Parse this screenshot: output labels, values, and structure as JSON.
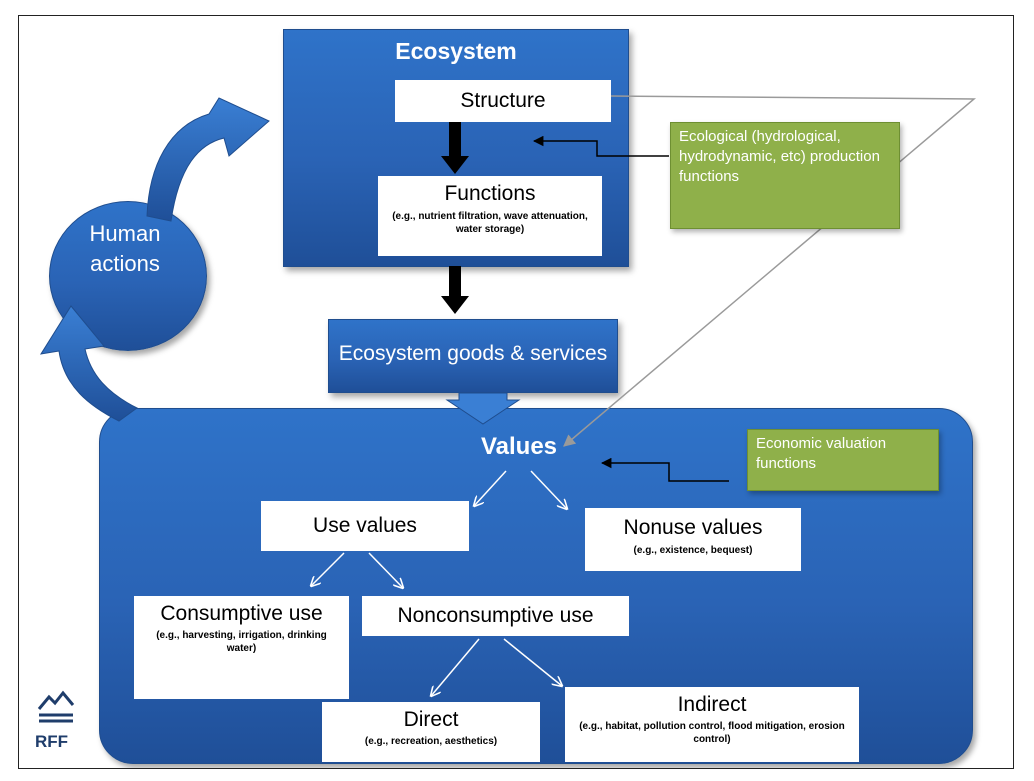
{
  "ecosystem": {
    "title": "Ecosystem",
    "structure": "Structure",
    "functions": {
      "title": "Functions",
      "examples": "(e.g., nutrient filtration, wave attenuation, water storage)"
    }
  },
  "human_actions": "Human actions",
  "ecological_note": "Ecological (hydrological, hydrodynamic, etc) production functions",
  "goods_services": "Ecosystem goods & services",
  "values": {
    "title": "Values",
    "economic_note": "Economic valuation functions",
    "use_values": "Use values",
    "nonuse": {
      "title": "Nonuse values",
      "examples": "(e.g., existence, bequest)"
    },
    "consumptive": {
      "title": "Consumptive use",
      "examples": "(e.g., harvesting, irrigation, drinking water)"
    },
    "nonconsumptive": "Nonconsumptive use",
    "direct": {
      "title": "Direct",
      "examples": "(e.g., recreation, aesthetics)"
    },
    "indirect": {
      "title": "Indirect",
      "examples": "(e.g., habitat, pollution control, flood mitigation, erosion control)"
    }
  },
  "logo": "RFF",
  "colors": {
    "primary_blue": "#2a63b5",
    "dark_blue": "#1f4d8e",
    "green_note": "#8fb04a",
    "white": "#ffffff"
  }
}
